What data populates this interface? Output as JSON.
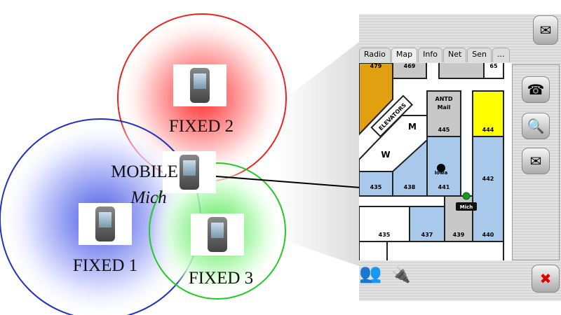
{
  "nodes": {
    "fixed1": "FIXED 1",
    "fixed2": "FIXED 2",
    "fixed3": "FIXED 3",
    "mobile": "MOBILE",
    "mobile_name": "Mich"
  },
  "colors": {
    "fixed1": "#2233bb",
    "fixed2": "#ee2222",
    "fixed3": "#22cc22"
  },
  "device": {
    "tabs": [
      "Radio",
      "Map",
      "Info",
      "Net",
      "Sen",
      "..."
    ],
    "active_tab": "Map",
    "rooms": {
      "r479": "479",
      "r469": "469",
      "r65": "65",
      "antd": "ANTD",
      "mail": "Mail",
      "r445": "445",
      "r444": "444",
      "r442": "442",
      "r441": "441",
      "r438": "438",
      "r435a": "435",
      "r435b": "435",
      "r437": "437",
      "r439": "439",
      "r440": "440",
      "elevators": "ELEVATORS",
      "m": "M",
      "w": "W",
      "iowa": "Iowa"
    },
    "marker_label": "Mich",
    "icons": [
      "mail-back-icon",
      "phone-icon",
      "search-icon",
      "mail-icon",
      "users-icon",
      "plug-icon",
      "close-icon"
    ]
  }
}
